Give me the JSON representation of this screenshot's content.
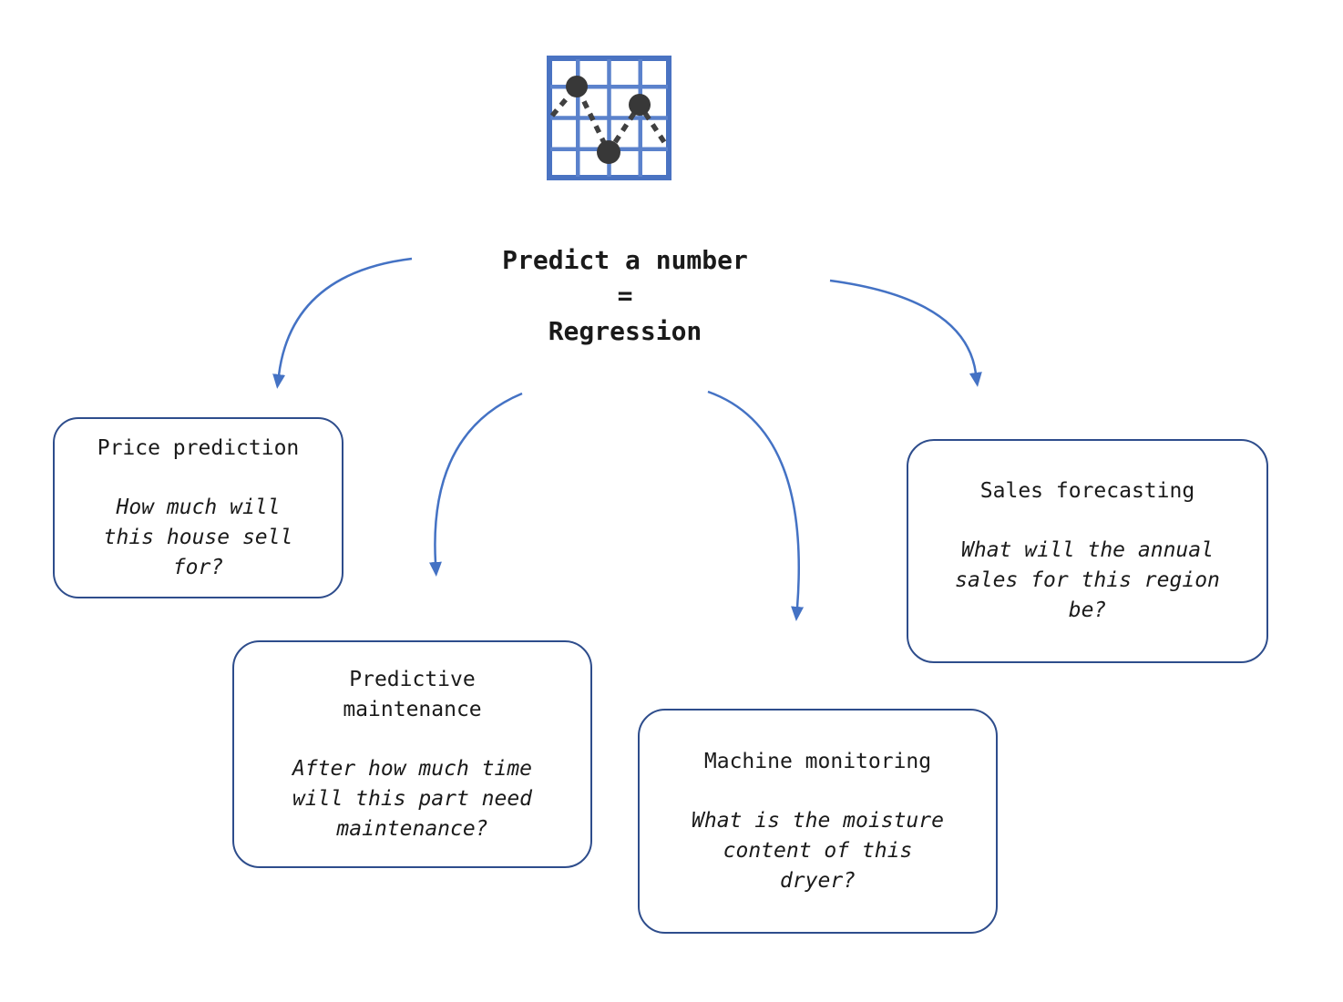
{
  "colors": {
    "arrow": "#4472c4",
    "box_border": "#2e4d8c",
    "text": "#1a1a1a",
    "icon_grid_outer": "#4a73c2",
    "icon_grid_inner": "#5b82cc",
    "icon_dot": "#383838",
    "icon_dash": "#404040",
    "page_bg": "#ffffff"
  },
  "header": {
    "icon": "line-chart-icon",
    "title": "Predict a number\n=\nRegression"
  },
  "nodes": [
    {
      "id": "price-prediction",
      "title": "Price prediction",
      "question": "How much will\nthis house sell\nfor?"
    },
    {
      "id": "predictive-maintenance",
      "title": "Predictive\nmaintenance",
      "question": "After how much time\nwill this part need\nmaintenance?"
    },
    {
      "id": "machine-monitoring",
      "title": "Machine monitoring",
      "question": "What is the moisture\ncontent of this\ndryer?"
    },
    {
      "id": "sales-forecasting",
      "title": "Sales forecasting",
      "question": "What will the annual\nsales for this region\nbe?"
    }
  ]
}
